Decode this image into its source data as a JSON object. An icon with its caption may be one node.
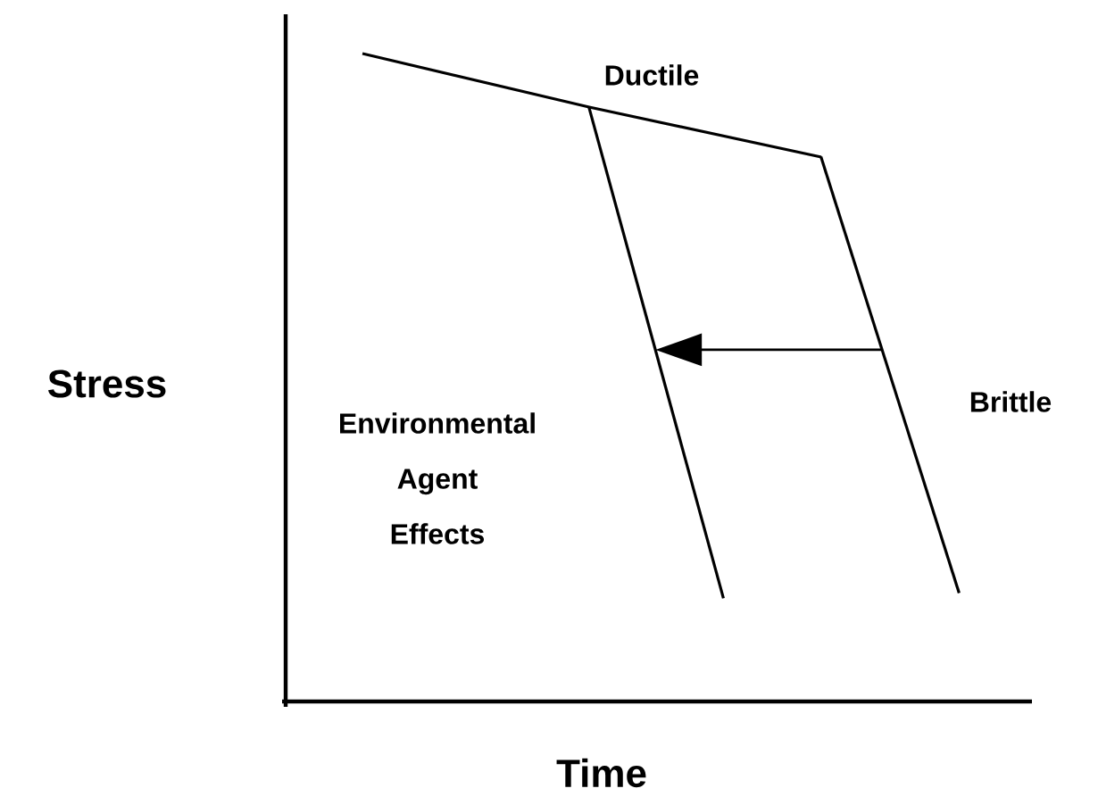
{
  "diagram": {
    "nodes": [
      {
        "text": [],
        "shape": "line"
      },
      {
        "text": [],
        "shape": "line"
      }
    ],
    "edges": [
      {
        "from": 1,
        "to": 0,
        "arrow": "to"
      }
    ],
    "labels": [
      "Ductile",
      "Stress",
      "Environmental Agent Effects",
      "Brittle",
      "Time"
    ]
  }
}
